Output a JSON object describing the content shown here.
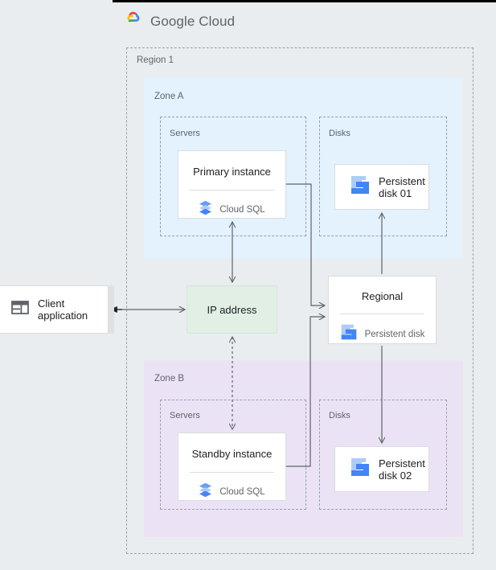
{
  "brand": {
    "logo_icon": "google-cloud-logo-icon",
    "name_bold": "Google",
    "name_light": "Cloud",
    "colors": {
      "red": "#ea4335",
      "yellow": "#fbbc04",
      "green": "#34a853",
      "blue": "#4285f4",
      "text": "#5f6368"
    }
  },
  "diagram": {
    "region": {
      "label": "Region 1"
    },
    "zones": [
      {
        "id": "zone-a",
        "label": "Zone A",
        "background": "#e3f2fd"
      },
      {
        "id": "zone-b",
        "label": "Zone B",
        "background": "#ebe3f5"
      }
    ],
    "groups": {
      "servers_a": "Servers",
      "disks_a": "Disks",
      "servers_b": "Servers",
      "disks_b": "Disks"
    },
    "nodes": {
      "primary_instance": {
        "title": "Primary instance",
        "service": "Cloud SQL",
        "icon": "cloud-sql-icon"
      },
      "standby_instance": {
        "title": "Standby instance",
        "service": "Cloud SQL",
        "icon": "cloud-sql-icon"
      },
      "persistent_disk_01": {
        "line1": "Persistent",
        "line2": "disk 01",
        "icon": "persistent-disk-icon"
      },
      "persistent_disk_02": {
        "line1": "Persistent",
        "line2": "disk 02",
        "icon": "persistent-disk-icon"
      },
      "regional_disk": {
        "title": "Regional",
        "service": "Persistent disk",
        "icon": "persistent-disk-icon"
      },
      "ip_address": {
        "title": "IP address",
        "background": "#e2efe4"
      },
      "client_application": {
        "line1": "Client",
        "line2": "application",
        "icon": "client-window-icon"
      }
    },
    "connectors": [
      {
        "from": "client_application",
        "to": "ip_address",
        "style": "solid",
        "direction": "bidirectional"
      },
      {
        "from": "primary_instance",
        "to": "ip_address",
        "style": "solid",
        "direction": "bidirectional"
      },
      {
        "from": "ip_address",
        "to": "standby_instance",
        "style": "dashed",
        "direction": "bidirectional"
      },
      {
        "from": "primary_instance",
        "to": "regional_disk",
        "style": "solid",
        "direction": "forward"
      },
      {
        "from": "standby_instance",
        "to": "regional_disk",
        "style": "solid",
        "direction": "forward"
      },
      {
        "from": "regional_disk",
        "to": "persistent_disk_01",
        "style": "solid",
        "direction": "forward"
      },
      {
        "from": "regional_disk",
        "to": "persistent_disk_02",
        "style": "solid",
        "direction": "forward"
      }
    ],
    "palette": {
      "page_background": "#eaedef",
      "dashed_border": "#9aa0a6",
      "card_border": "#dadce0",
      "connector": "#5f6368",
      "icon_blue_light": "#aecbfa",
      "icon_blue_dark": "#4285f4",
      "icon_gray": "#5f6368"
    }
  }
}
